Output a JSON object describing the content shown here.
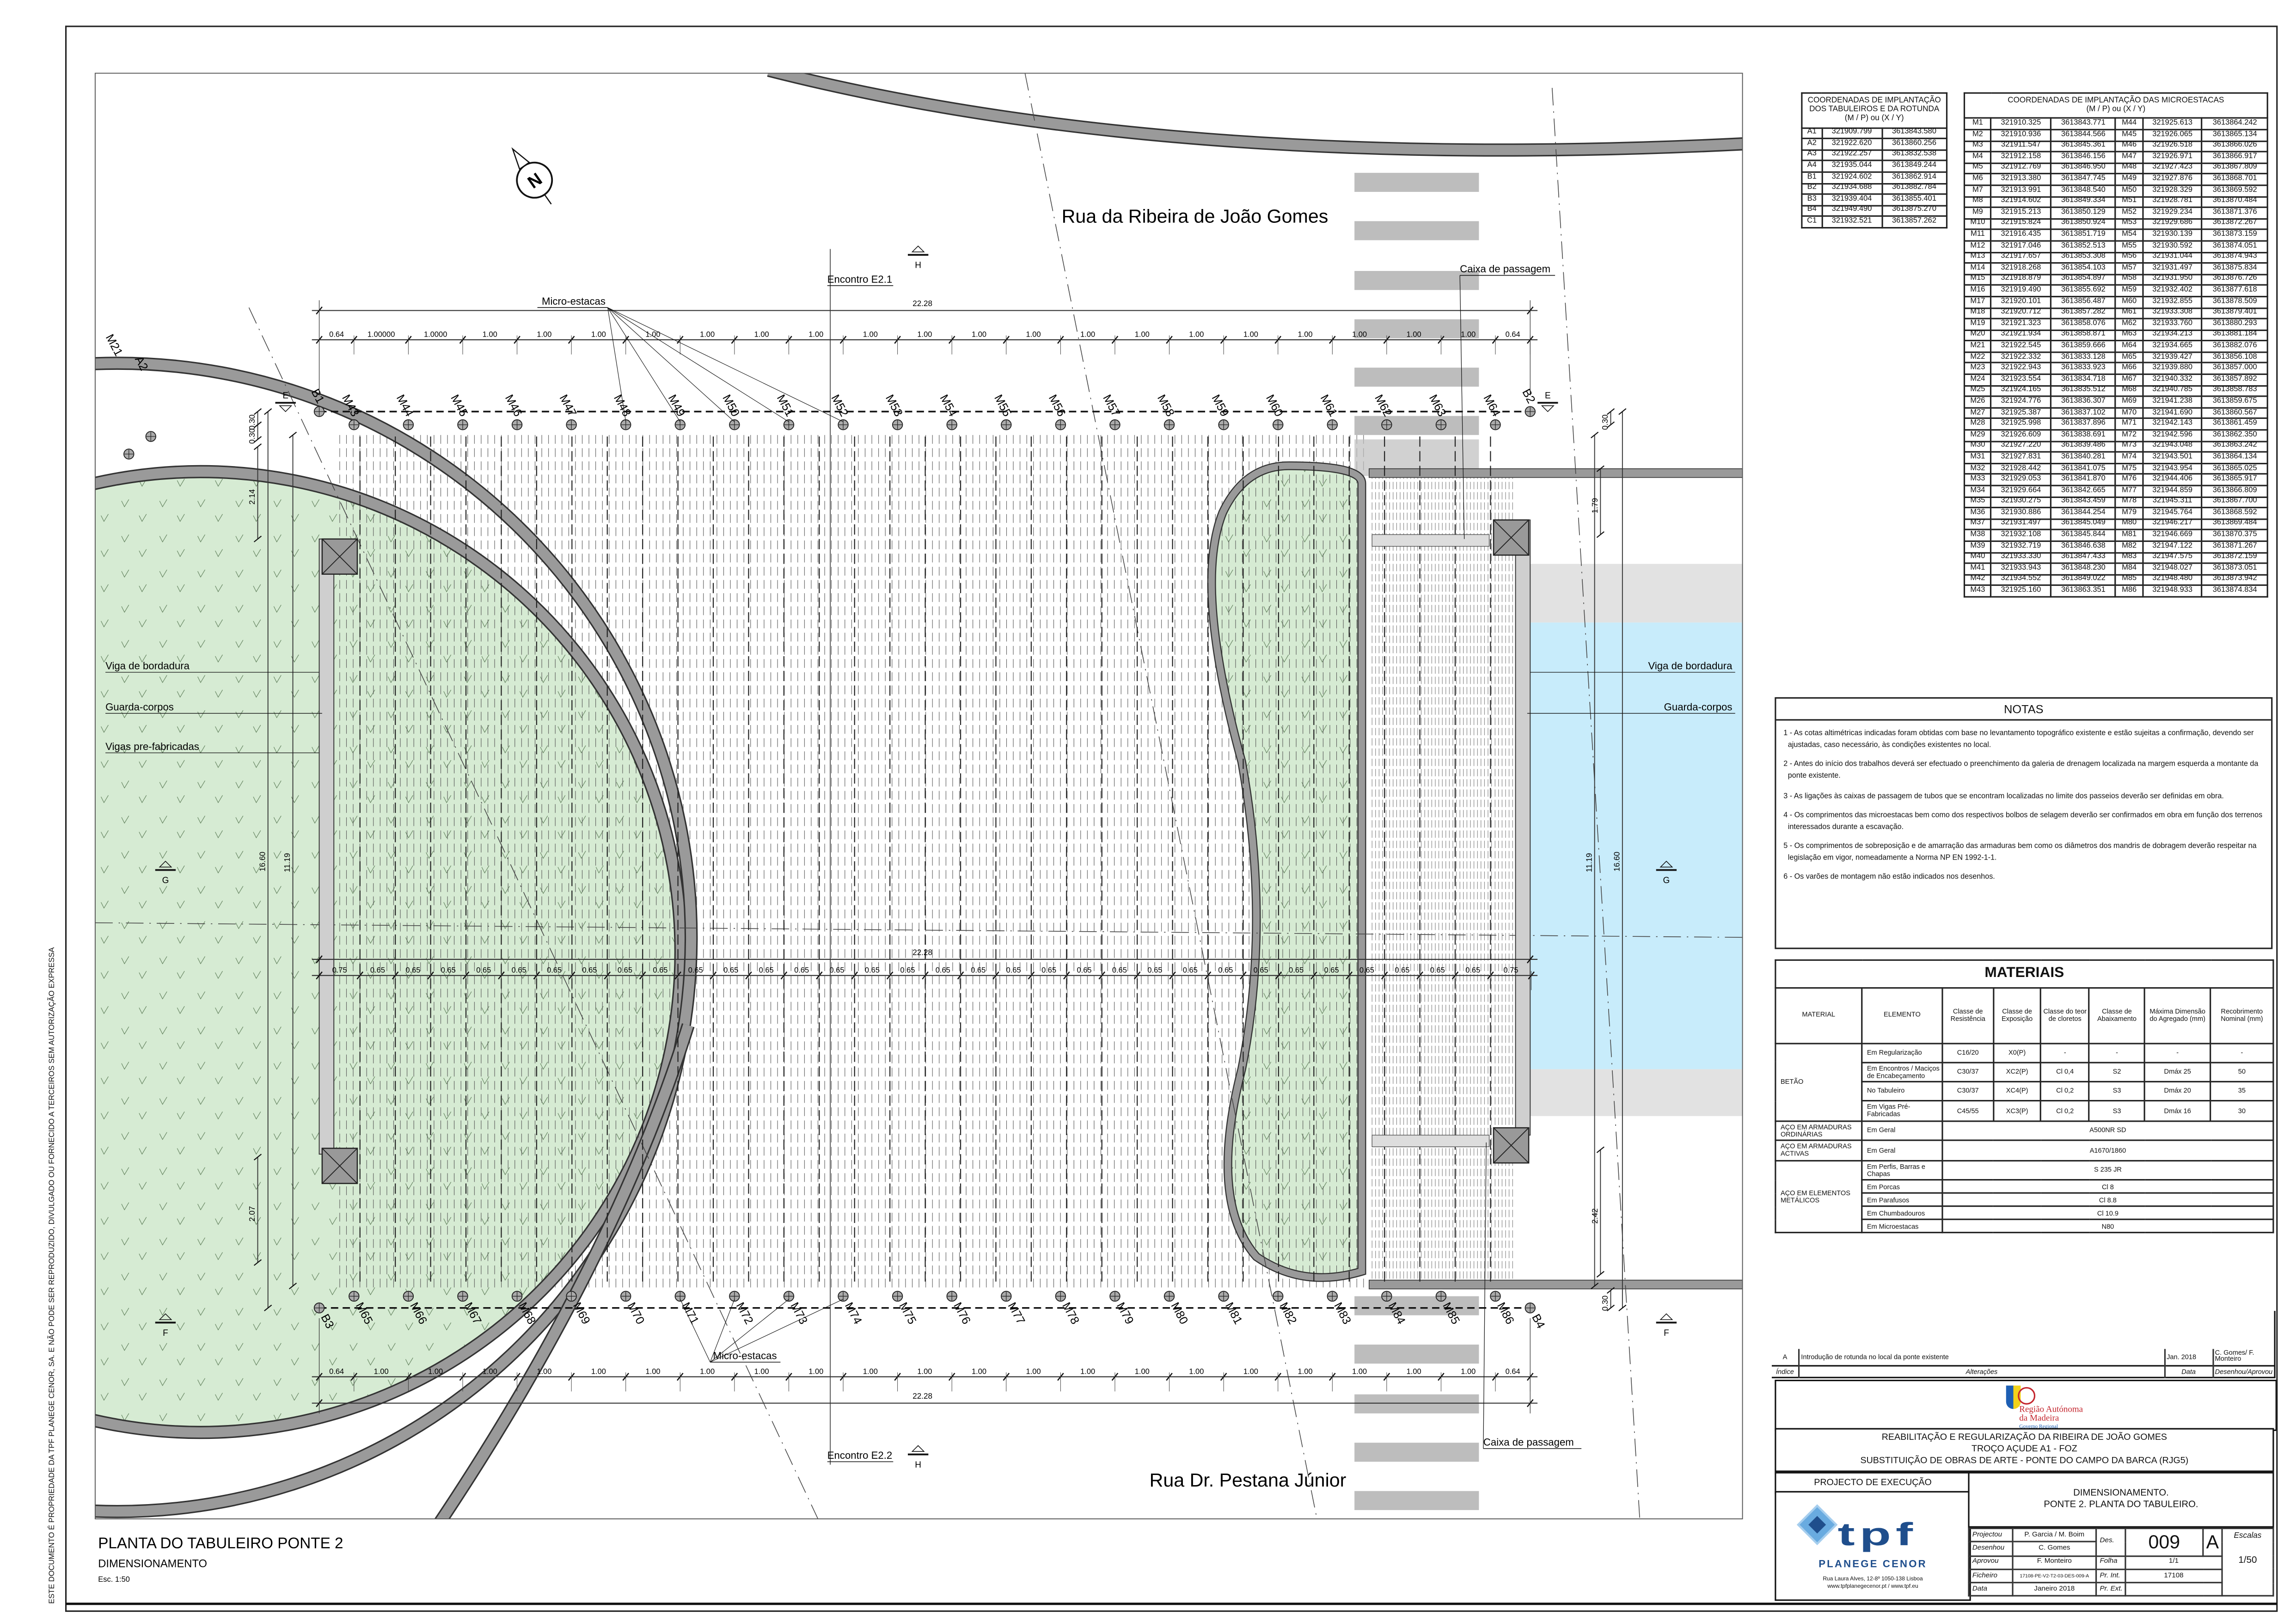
{
  "sheet": {
    "side_notice": "ESTE DOCUMENTO É PROPRIEDADE DA TPF PLANEGE CENOR, SA. E NÃO PODE SER REPRODUZIDO, DIVULGADO OU FORNECIDO A TERCEIROS SEM AUTORIZAÇÃO EXPRESSA",
    "title": "PLANTA DO TABULEIRO PONTE 2",
    "subtitle": "DIMENSIONAMENTO",
    "scale": "Esc. 1:50"
  },
  "drawing": {
    "streets": {
      "north": "Rua da Ribeira de João Gomes",
      "south": "Rua Dr. Pestana Júnior"
    },
    "north_arrow": "N",
    "callouts": {
      "encontro_1": "Encontro E2.1",
      "encontro_2": "Encontro E2.2",
      "caixa": "Caixa de passagem",
      "micro": "Micro-estacas",
      "viga_bordadura": "Viga de bordadura",
      "guarda_corpos": "Guarda-corpos",
      "vigas_pre": "Vigas pre-fabricadas"
    },
    "section_marks": {
      "E": "E",
      "F": "F",
      "G": "G",
      "H": "H"
    },
    "dimensions": {
      "total": "22.28",
      "top": [
        "0.64",
        "1.00000",
        "1.0000",
        "1.00",
        "1.00",
        "1.00",
        "1.00",
        "1.00",
        "1.00",
        "1.00",
        "1.00",
        "1.00",
        "1.00",
        "1.00",
        "1.00",
        "1.00",
        "1.00",
        "1.00",
        "1.00",
        "1.00",
        "1.00",
        "1.00",
        "0.64"
      ],
      "mid": [
        "0.75",
        "0.65",
        "0.65",
        "0.65",
        "0.65",
        "0.65",
        "0.65",
        "0.65",
        "0.65",
        "0.65",
        "0.65",
        "0.65",
        "0.65",
        "0.65",
        "0.65",
        "0.65",
        "0.65",
        "0.65",
        "0.65",
        "0.65",
        "0.65",
        "0.65",
        "0.65",
        "0.65",
        "0.65",
        "0.65",
        "0.65",
        "0.65",
        "0.65",
        "0.65",
        "0.65",
        "0.65",
        "0.65",
        "0.75"
      ],
      "bottom": [
        "0.64",
        "1.00",
        "1.00",
        "1.00",
        "1.00",
        "1.00",
        "1.00",
        "1.00",
        "1.00",
        "1.00",
        "1.00",
        "1.00",
        "1.00",
        "1.00",
        "1.00",
        "1.00",
        "1.00",
        "1.00",
        "1.00",
        "1.00",
        "1.00",
        "1.00",
        "0.64"
      ],
      "width_outer": "16.60",
      "width_inner": "11.19",
      "top_left": "2.14",
      "top_right": "1.79",
      "bottom_left": "2.07",
      "bottom_right": "2.42",
      "offset": "0.30"
    },
    "piles": {
      "top_row": [
        "B1",
        "M43",
        "M44",
        "M45",
        "M46",
        "M47",
        "M48",
        "M49",
        "M50",
        "M51",
        "M52",
        "M53",
        "M54",
        "M55",
        "M56",
        "M57",
        "M58",
        "M59",
        "M60",
        "M61",
        "M62",
        "M63",
        "M64",
        "B2"
      ],
      "bottom_row": [
        "B3",
        "M65",
        "M66",
        "M67",
        "M68",
        "M69",
        "M70",
        "M71",
        "M72",
        "M73",
        "M74",
        "M75",
        "M76",
        "M77",
        "M78",
        "M79",
        "M80",
        "M81",
        "M82",
        "M83",
        "M84",
        "M85",
        "M86",
        "B4"
      ],
      "corner": [
        "M21",
        "A2"
      ]
    },
    "colors": {
      "green": "#d6ebd3",
      "water": "#c8ecfb",
      "ring": "#9a9a9a",
      "crossing": "#bdbdbd"
    }
  },
  "coords_deck": {
    "title": [
      "COORDENADAS DE IMPLANTAÇÃO",
      "DOS TABULEIROS E DA ROTUNDA",
      "(M / P) ou (X / Y)"
    ],
    "rows": [
      [
        "A1",
        "321909.799",
        "3613843.580"
      ],
      [
        "A2",
        "321922.620",
        "3613860.256"
      ],
      [
        "A3",
        "321922.257",
        "3613832.538"
      ],
      [
        "A4",
        "321935.044",
        "3613849.244"
      ],
      [
        "B1",
        "321924.602",
        "3613862.914"
      ],
      [
        "B2",
        "321934.688",
        "3613882.784"
      ],
      [
        "B3",
        "321939.404",
        "3613855.401"
      ],
      [
        "B4",
        "321949.490",
        "3613875.270"
      ],
      [
        "C1",
        "321932.521",
        "3613857.262"
      ]
    ]
  },
  "coords_piles": {
    "title": [
      "COORDENADAS DE IMPLANTAÇÃO DAS MICROESTACAS",
      "(M / P) ou (X / Y)"
    ],
    "rows": [
      [
        "M1",
        "321910.325",
        "3613843.771",
        "M44",
        "321925.613",
        "3613864.242"
      ],
      [
        "M2",
        "321910.936",
        "3613844.566",
        "M45",
        "321926.065",
        "3613865.134"
      ],
      [
        "M3",
        "321911.547",
        "3613845.361",
        "M46",
        "321926.518",
        "3613866.026"
      ],
      [
        "M4",
        "321912.158",
        "3613846.156",
        "M47",
        "321926.971",
        "3613866.917"
      ],
      [
        "M5",
        "321912.769",
        "3613846.950",
        "M48",
        "321927.423",
        "3613867.809"
      ],
      [
        "M6",
        "321913.380",
        "3613847.745",
        "M49",
        "321927.876",
        "3613868.701"
      ],
      [
        "M7",
        "321913.991",
        "3613848.540",
        "M50",
        "321928.329",
        "3613869.592"
      ],
      [
        "M8",
        "321914.602",
        "3613849.334",
        "M51",
        "321928.781",
        "3613870.484"
      ],
      [
        "M9",
        "321915.213",
        "3613850.129",
        "M52",
        "321929.234",
        "3613871.376"
      ],
      [
        "M10",
        "321915.824",
        "3613850.924",
        "M53",
        "321929.686",
        "3613872.267"
      ],
      [
        "M11",
        "321916.435",
        "3613851.719",
        "M54",
        "321930.139",
        "3613873.159"
      ],
      [
        "M12",
        "321917.046",
        "3613852.513",
        "M55",
        "321930.592",
        "3613874.051"
      ],
      [
        "M13",
        "321917.657",
        "3613853.308",
        "M56",
        "321931.044",
        "3613874.943"
      ],
      [
        "M14",
        "321918.268",
        "3613854.103",
        "M57",
        "321931.497",
        "3613875.834"
      ],
      [
        "M15",
        "321918.879",
        "3613854.897",
        "M58",
        "321931.950",
        "3613876.726"
      ],
      [
        "M16",
        "321919.490",
        "3613855.692",
        "M59",
        "321932.402",
        "3613877.618"
      ],
      [
        "M17",
        "321920.101",
        "3613856.487",
        "M60",
        "321932.855",
        "3613878.509"
      ],
      [
        "M18",
        "321920.712",
        "3613857.282",
        "M61",
        "321933.308",
        "3613879.401"
      ],
      [
        "M19",
        "321921.323",
        "3613858.076",
        "M62",
        "321933.760",
        "3613880.293"
      ],
      [
        "M20",
        "321921.934",
        "3613858.871",
        "M63",
        "321934.213",
        "3613881.184"
      ],
      [
        "M21",
        "321922.545",
        "3613859.666",
        "M64",
        "321934.665",
        "3613882.076"
      ],
      [
        "M22",
        "321922.332",
        "3613833.128",
        "M65",
        "321939.427",
        "3613856.108"
      ],
      [
        "M23",
        "321922.943",
        "3613833.923",
        "M66",
        "321939.880",
        "3613857.000"
      ],
      [
        "M24",
        "321923.554",
        "3613834.718",
        "M67",
        "321940.332",
        "3613857.892"
      ],
      [
        "M25",
        "321924.165",
        "3613835.512",
        "M68",
        "321940.785",
        "3613858.783"
      ],
      [
        "M26",
        "321924.776",
        "3613836.307",
        "M69",
        "321941.238",
        "3613859.675"
      ],
      [
        "M27",
        "321925.387",
        "3613837.102",
        "M70",
        "321941.690",
        "3613860.567"
      ],
      [
        "M28",
        "321925.998",
        "3613837.896",
        "M71",
        "321942.143",
        "3613861.459"
      ],
      [
        "M29",
        "321926.609",
        "3613838.691",
        "M72",
        "321942.596",
        "3613862.350"
      ],
      [
        "M30",
        "321927.220",
        "3613839.486",
        "M73",
        "321943.048",
        "3613863.242"
      ],
      [
        "M31",
        "321927.831",
        "3613840.281",
        "M74",
        "321943.501",
        "3613864.134"
      ],
      [
        "M32",
        "321928.442",
        "3613841.075",
        "M75",
        "321943.954",
        "3613865.025"
      ],
      [
        "M33",
        "321929.053",
        "3613841.870",
        "M76",
        "321944.406",
        "3613865.917"
      ],
      [
        "M34",
        "321929.664",
        "3613842.665",
        "M77",
        "321944.859",
        "3613866.809"
      ],
      [
        "M35",
        "321930.275",
        "3613843.459",
        "M78",
        "321945.311",
        "3613867.700"
      ],
      [
        "M36",
        "321930.886",
        "3613844.254",
        "M79",
        "321945.764",
        "3613868.592"
      ],
      [
        "M37",
        "321931.497",
        "3613845.049",
        "M80",
        "321946.217",
        "3613869.484"
      ],
      [
        "M38",
        "321932.108",
        "3613845.844",
        "M81",
        "321946.669",
        "3613870.375"
      ],
      [
        "M39",
        "321932.719",
        "3613846.638",
        "M82",
        "321947.122",
        "3613871.267"
      ],
      [
        "M40",
        "321933.330",
        "3613847.433",
        "M83",
        "321947.575",
        "3613872.159"
      ],
      [
        "M41",
        "321933.943",
        "3613848.230",
        "M84",
        "321948.027",
        "3613873.051"
      ],
      [
        "M42",
        "321934.552",
        "3613849.022",
        "M85",
        "321948.480",
        "3613873.942"
      ],
      [
        "M43",
        "321925.160",
        "3613863.351",
        "M86",
        "321948.933",
        "3613874.834"
      ]
    ]
  },
  "notes": {
    "title": "NOTAS",
    "items": [
      "1 - As cotas altimétricas indicadas foram obtidas com base no levantamento topográfico existente e estão sujeitas a confirmação, devendo ser ajustadas, caso necessário, às condições existentes no local.",
      "2 - Antes do início dos trabalhos deverá ser efectuado o preenchimento da galeria de drenagem localizada na margem esquerda a montante da ponte existente.",
      "3 - As ligações às caixas de passagem de tubos que se encontram localizadas no limite dos passeios deverão ser definidas em obra.",
      "4 - Os comprimentos das microestacas bem como dos respectivos bolbos de selagem deverão ser confirmados em obra em função dos terrenos interessados durante a escavação.",
      "5 - Os comprimentos de sobreposição e de amarração das armaduras bem como os diâmetros dos mandris de dobragem deverão respeitar na legislação em vigor, nomeadamente a Norma NP EN 1992-1-1.",
      "6 - Os varões de montagem não estão indicados nos desenhos."
    ]
  },
  "materials": {
    "title": "MATERIAIS",
    "headers": [
      "MATERIAL",
      "ELEMENTO",
      "Classe de Resistência",
      "Classe de Exposição",
      "Classe do teor de cloretos",
      "Classe de Abaixamento",
      "Máxima Dimensão do Agregado (mm)",
      "Recobrimento Nominal (mm)"
    ],
    "concrete": {
      "material": "BETÃO",
      "rows": [
        [
          "Em Regularização",
          "C16/20",
          "X0(P)",
          "-",
          "-",
          "-",
          "-"
        ],
        [
          "Em Encontros / Maciços de Encabeçamento",
          "C30/37",
          "XC2(P)",
          "Cl 0,4",
          "S2",
          "Dmáx 25",
          "50"
        ],
        [
          "No Tabuleiro",
          "C30/37",
          "XC4(P)",
          "Cl 0,2",
          "S3",
          "Dmáx 20",
          "35"
        ],
        [
          "Em Vigas Pré-Fabricadas",
          "C45/55",
          "XC3(P)",
          "Cl 0,2",
          "S3",
          "Dmáx 16",
          "30"
        ]
      ]
    },
    "steel": [
      {
        "material": "AÇO EM ARMADURAS ORDINÁRIAS",
        "rows": [
          [
            "Em Geral",
            "A500NR SD"
          ]
        ]
      },
      {
        "material": "AÇO EM ARMADURAS ACTIVAS",
        "rows": [
          [
            "Em Geral",
            "A1670/1860"
          ]
        ]
      },
      {
        "material": "AÇO EM ELEMENTOS METÁLICOS",
        "rows": [
          [
            "Em Perfis, Barras e Chapas",
            "S 235 JR"
          ],
          [
            "Em Porcas",
            "Cl 8"
          ],
          [
            "Em Parafusos",
            "Cl 8.8"
          ],
          [
            "Em Chumbadouros",
            "Cl 10.9"
          ],
          [
            "Em Microestacas",
            "N80"
          ]
        ]
      }
    ]
  },
  "revisions": {
    "headers": [
      "Índice",
      "Alterações",
      "Data",
      "Desenhou/Aprovou"
    ],
    "rows": [
      [
        "A",
        "Introdução de rotunda no local da ponte existente",
        "Jan. 2018",
        "C. Gomes/ F. Monteiro"
      ]
    ]
  },
  "title_block": {
    "client_logo": {
      "line1": "Região Autónoma",
      "line2": "da Madeira",
      "line3": "Governo Regional"
    },
    "project": [
      "REABILITAÇÃO E REGULARIZAÇÃO DA RIBEIRA DE JOÃO GOMES",
      "TROÇO AÇUDE A1 - FOZ",
      "SUBSTITUIÇÃO DE OBRAS DE ARTE - PONTE DO CAMPO DA BARCA (RJG5)"
    ],
    "phase": "PROJECTO DE EXECUÇÃO",
    "drawing_title": [
      "DIMENSIONAMENTO.",
      "PONTE 2. PLANTA DO TABULEIRO."
    ],
    "company": {
      "logo": "tpf",
      "name": "PLANEGE CENOR",
      "address": "Rua Laura Alves, 12-8º 1050-138 Lisboa",
      "web": "www.tpfplanegecenor.pt / www.tpf.eu"
    },
    "fields": {
      "projectou_label": "Projectou",
      "projectou": "P. Garcia / M. Boim",
      "desenhou_label": "Desenhou",
      "desenhou": "C. Gomes",
      "aprovou_label": "Aprovou",
      "aprovou": "F. Monteiro",
      "ficheiro_label": "Ficheiro",
      "ficheiro": "17108-PE-V2-T2-03-DES-009-A",
      "data_label": "Data",
      "data": "Janeiro 2018",
      "des_label": "Des.",
      "des": "009",
      "rev": "A",
      "folha_label": "Folha",
      "folha": "1/1",
      "pr_int_label": "Pr. Int.",
      "pr_int": "17108",
      "pr_ext_label": "Pr. Ext.",
      "pr_ext": "",
      "escalas_label": "Escalas",
      "escalas": "1/50"
    }
  }
}
